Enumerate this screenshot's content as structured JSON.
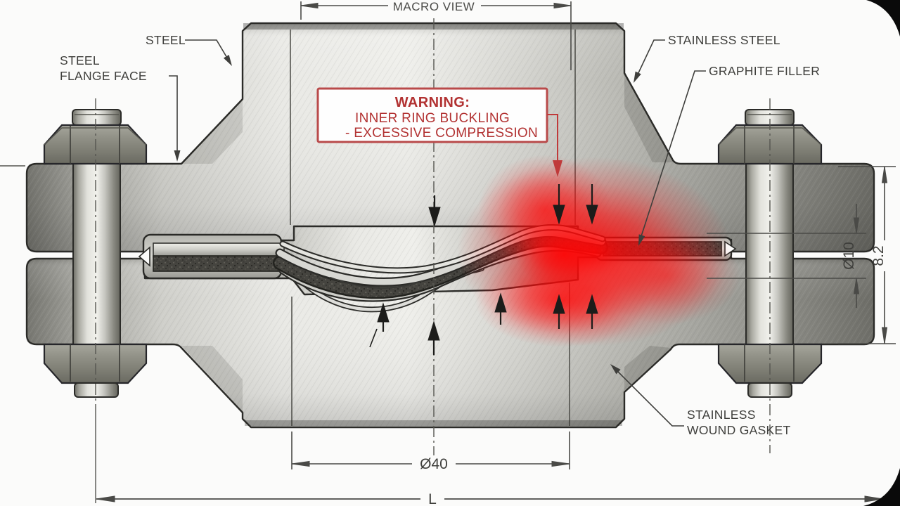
{
  "diagram": {
    "type": "engineering-cutaway",
    "subject": "Flanged joint with spiral wound gasket showing inner ring buckling"
  },
  "warning": {
    "title": "WARNING:",
    "line1": "INNER RING BUCKLING",
    "line2": "- EXCESSIVE COMPRESSION"
  },
  "labels": {
    "steel": "STEEL",
    "flange_face_line1": "STEEL",
    "flange_face_line2": "FLANGE FACE",
    "stainless_steel": "STAINLESS STEEL",
    "graphite_filler": "GRAPHITE FILLER",
    "wound_gasket_line1": "STAINLESS",
    "wound_gasket_line2": "WOUND GASKET"
  },
  "dimensions": {
    "macro_view": "MACRO VIEW",
    "gasket_gap": "Ø10",
    "stack_height": "8.2",
    "pipe_bore": "Ø40",
    "overall_length": "L"
  },
  "colors": {
    "warning_red": "#b23232",
    "leader_red": "#c03a3a",
    "glow_red": "#ff0000",
    "line_dark": "#3f3f3c",
    "steel_light": "#efefeb",
    "steel_dark": "#6d6d67",
    "graphite": "#45443f"
  }
}
